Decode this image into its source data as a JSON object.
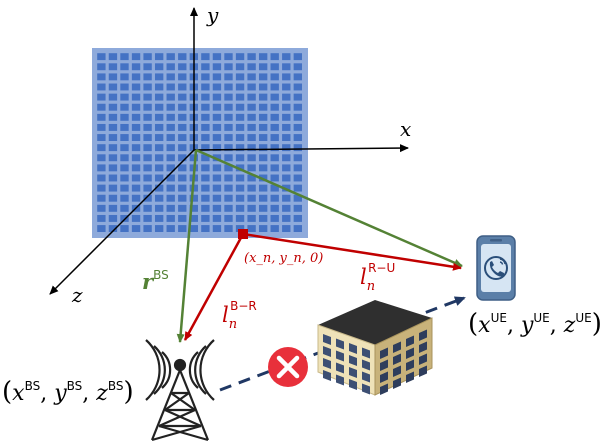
{
  "axes": {
    "x": "x",
    "y": "y",
    "z": "z"
  },
  "labels": {
    "r_bs_main": "r",
    "r_bs_sup": "BS",
    "point": "(x_n, y_n, 0)",
    "l_ru_main": "l",
    "l_ru_sub": "n",
    "l_ru_sup": "R−U",
    "l_br_main": "l",
    "l_br_sub": "n",
    "l_br_sup": "B−R",
    "bs_x": "x",
    "bs_x_sup": "BS",
    "bs_y": "y",
    "bs_y_sup": "BS",
    "bs_z": "z",
    "bs_z_sup": "BS",
    "ue_x": "x",
    "ue_x_sup": "UE",
    "ue_y": "y",
    "ue_y_sup": "UE",
    "ue_z": "z",
    "ue_z_sup": "UE"
  },
  "colors": {
    "ris_panel": "#8eaadb",
    "ris_cell": "#4472c4",
    "green_path": "#548235",
    "red_path": "#c00000",
    "blocked": "#e8303b",
    "los_dashed": "#203864",
    "axis": "#000000"
  },
  "icons": [
    "base-station-tower-icon",
    "building-icon",
    "blocked-icon",
    "smartphone-icon"
  ],
  "ris_grid": {
    "rows": 18,
    "cols": 18
  }
}
